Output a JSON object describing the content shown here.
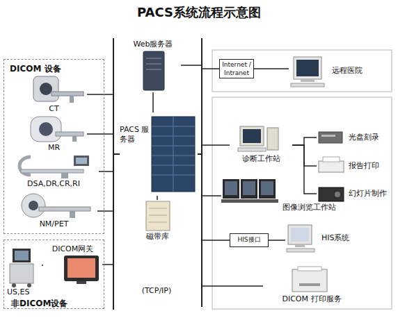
{
  "diagram": {
    "title": "PACS系统流程示意图",
    "nodes": [
      {
        "text": [
          "DICOM 设备"
        ]
      },
      {
        "text": [
          "CT"
        ],
        "in": 0
      },
      {
        "text": [
          "MR"
        ],
        "in": 0
      },
      {
        "text": [
          "DSA,DR,CR,RI"
        ],
        "in": 0
      },
      {
        "text": [
          "NM/PET"
        ],
        "in": 0
      },
      {
        "text": [
          "非DICOM设备"
        ]
      },
      {
        "text": [
          "DICOM网关"
        ],
        "in": 5
      },
      {
        "text": [
          "US,ES"
        ],
        "in": 5
      },
      {
        "text": [
          "Web服务器"
        ]
      },
      {
        "text": [
          "PACS 服务器"
        ]
      },
      {
        "text": [
          "磁带库"
        ]
      },
      {
        "text": [
          "Internet / Intranet"
        ]
      },
      {
        "text": [
          "远程医院"
        ]
      },
      {
        "text": [
          "诊断工作站"
        ]
      },
      {
        "text": [
          "光盘刻录"
        ]
      },
      {
        "text": [
          "报告打印"
        ]
      },
      {
        "text": [
          "幻灯片制作"
        ]
      },
      {
        "text": [
          "图像浏览工作站"
        ]
      },
      {
        "text": [
          "HIS接口"
        ]
      },
      {
        "text": [
          "HIS系统"
        ]
      },
      {
        "text": [
          "DICOM 打印服务"
        ]
      }
    ],
    "edges": [
      {
        "from": 1,
        "to": 9,
        "arrow": "none"
      },
      {
        "from": 2,
        "to": 9,
        "arrow": "none"
      },
      {
        "from": 3,
        "to": 9,
        "arrow": "none"
      },
      {
        "from": 4,
        "to": 9,
        "arrow": "none"
      },
      {
        "from": 7,
        "to": 6,
        "arrow": "none"
      },
      {
        "from": 6,
        "to": 9,
        "arrow": "none"
      },
      {
        "from": 9,
        "to": 8,
        "arrow": "none"
      },
      {
        "from": 9,
        "to": 10,
        "arrow": "none"
      },
      {
        "from": 8,
        "to": 11,
        "arrow": "none"
      },
      {
        "from": 11,
        "to": 12,
        "arrow": "none"
      },
      {
        "from": 9,
        "to": 13,
        "arrow": "none"
      },
      {
        "from": 9,
        "to": 17,
        "arrow": "none"
      },
      {
        "from": 9,
        "to": 18,
        "arrow": "none"
      },
      {
        "from": 9,
        "to": 20,
        "arrow": "none"
      },
      {
        "from": 13,
        "to": 14,
        "arrow": "none"
      },
      {
        "from": 13,
        "to": 15,
        "arrow": "none"
      },
      {
        "from": 13,
        "to": 16,
        "arrow": "none"
      },
      {
        "from": 18,
        "to": 19,
        "arrow": "none"
      }
    ],
    "labels": [
      "(TCP/IP)"
    ]
  }
}
